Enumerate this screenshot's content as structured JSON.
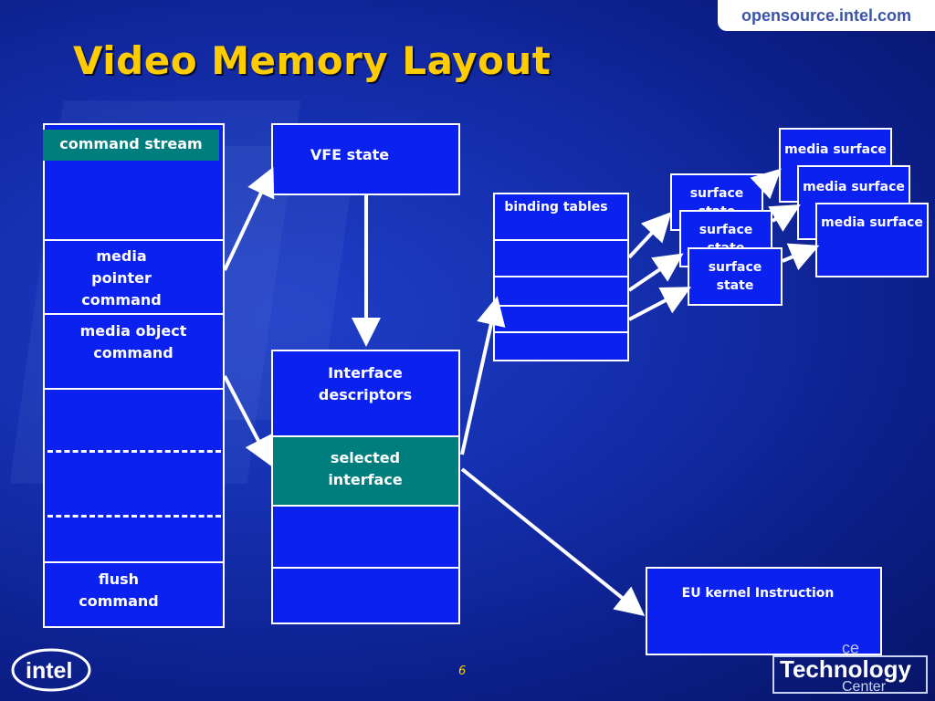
{
  "header": {
    "site": "opensource.intel.com",
    "title": "Video Memory Layout"
  },
  "command_stream": {
    "label": "command stream",
    "media_pointer": "media pointer command",
    "media_object": "media object command",
    "flush": "flush command"
  },
  "vfe": {
    "label": "VFE state"
  },
  "interface": {
    "descriptors": "Interface descriptors",
    "selected": "selected interface"
  },
  "binding": {
    "label": "binding tables"
  },
  "surface_states": [
    "surface state",
    "surface state",
    "surface state"
  ],
  "media_surfaces": [
    "media surface",
    "media surface",
    "media surface"
  ],
  "eu_kernel": {
    "label": "EU kernel Instruction"
  },
  "footer": {
    "slide_number": "6",
    "logo": "intel",
    "tc_line1": "ce",
    "tc_line2": "Technology",
    "tc_line3": "Center"
  },
  "colors": {
    "background": "#1530b0",
    "box_fill": "#0a21f0",
    "teal": "#007e7e",
    "title": "#ffcc00"
  }
}
